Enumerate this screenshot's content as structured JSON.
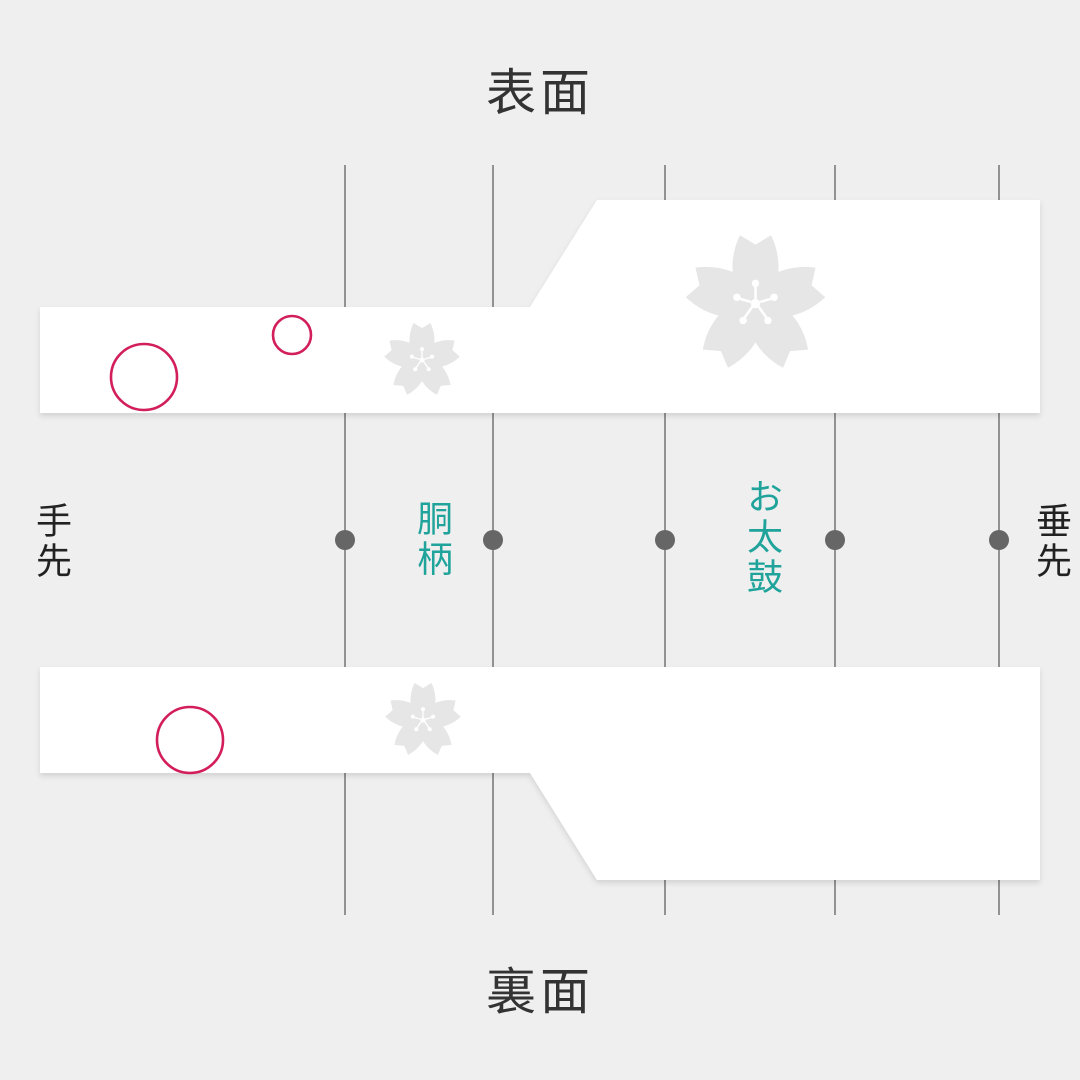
{
  "headings": {
    "front": "表面",
    "back": "裏面"
  },
  "labels": {
    "left_end": "手先",
    "right_end": "垂先",
    "section_1": "胴柄",
    "section_2": "お太鼓"
  },
  "colors": {
    "background": "#efefef",
    "band": "#ffffff",
    "guide_line": "#555555",
    "marker_dot": "#666666",
    "ring": "#d21f5b",
    "flower": "#e6e6e6",
    "section_text": "#1fa39a",
    "heading_text": "#333333"
  },
  "icons": {
    "flower": "sakura-icon",
    "ring": "circle-outline-icon"
  }
}
